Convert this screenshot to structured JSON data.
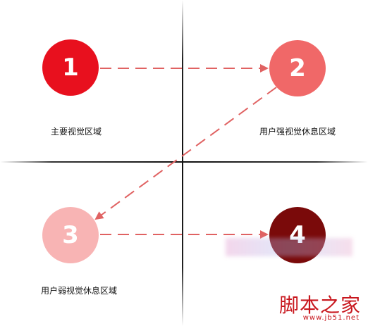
{
  "quadrants": [
    {
      "number": "1",
      "label": "主要视觉区域",
      "color": "#e8101e"
    },
    {
      "number": "2",
      "label": "用户强视觉休息区域",
      "color": "#f06868"
    },
    {
      "number": "3",
      "label": "用户弱视觉休息区域",
      "color": "#f8b4b4"
    },
    {
      "number": "4",
      "label": "",
      "color": "#7a0a0a"
    }
  ],
  "arrow_color": "#e06262",
  "axis_color": "#111111",
  "watermark": {
    "logo": "脚本之家",
    "url": "www.jb51.net",
    "color": "#c8161d"
  }
}
